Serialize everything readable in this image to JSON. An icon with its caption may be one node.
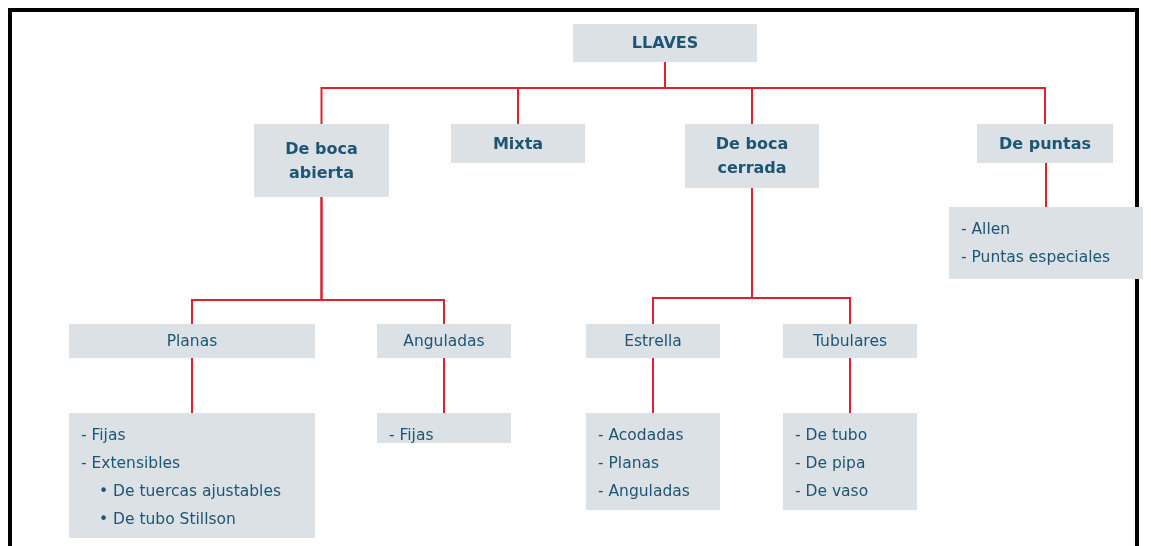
{
  "diagram": {
    "nodes": [
      {
        "text": [
          "LLAVES"
        ]
      },
      {
        "text": [
          "De boca abierta"
        ]
      },
      {
        "text": [
          "Mixta"
        ]
      },
      {
        "text": [
          "De boca cerrada"
        ]
      },
      {
        "text": [
          "De puntas"
        ]
      },
      {
        "text": [
          "- Allen",
          "- Puntas especiales"
        ]
      },
      {
        "text": [
          "Planas"
        ]
      },
      {
        "text": [
          "Anguladas"
        ]
      },
      {
        "text": [
          "Estrella"
        ]
      },
      {
        "text": [
          "Tubulares"
        ]
      },
      {
        "text": [
          "- Fijas",
          "- Extensibles",
          "• De tuercas ajustables",
          "• De tubo Stillson"
        ]
      },
      {
        "text": [
          "- Fijas"
        ]
      },
      {
        "text": [
          "- Acodadas",
          "- Planas",
          "- Anguladas"
        ]
      },
      {
        "text": [
          "- De tubo",
          "- De pipa",
          "- De vaso"
        ]
      }
    ],
    "edges": [
      {
        "from": 0,
        "to": 1,
        "arrow": "none"
      },
      {
        "from": 0,
        "to": 2,
        "arrow": "none"
      },
      {
        "from": 0,
        "to": 3,
        "arrow": "none"
      },
      {
        "from": 0,
        "to": 4,
        "arrow": "none"
      },
      {
        "from": 4,
        "to": 5,
        "arrow": "none"
      },
      {
        "from": 1,
        "to": 6,
        "arrow": "none"
      },
      {
        "from": 1,
        "to": 7,
        "arrow": "none"
      },
      {
        "from": 3,
        "to": 8,
        "arrow": "none"
      },
      {
        "from": 3,
        "to": 9,
        "arrow": "none"
      },
      {
        "from": 6,
        "to": 10,
        "arrow": "none"
      },
      {
        "from": 7,
        "to": 11,
        "arrow": "none"
      },
      {
        "from": 8,
        "to": 12,
        "arrow": "none"
      },
      {
        "from": 9,
        "to": 13,
        "arrow": "none"
      }
    ]
  }
}
